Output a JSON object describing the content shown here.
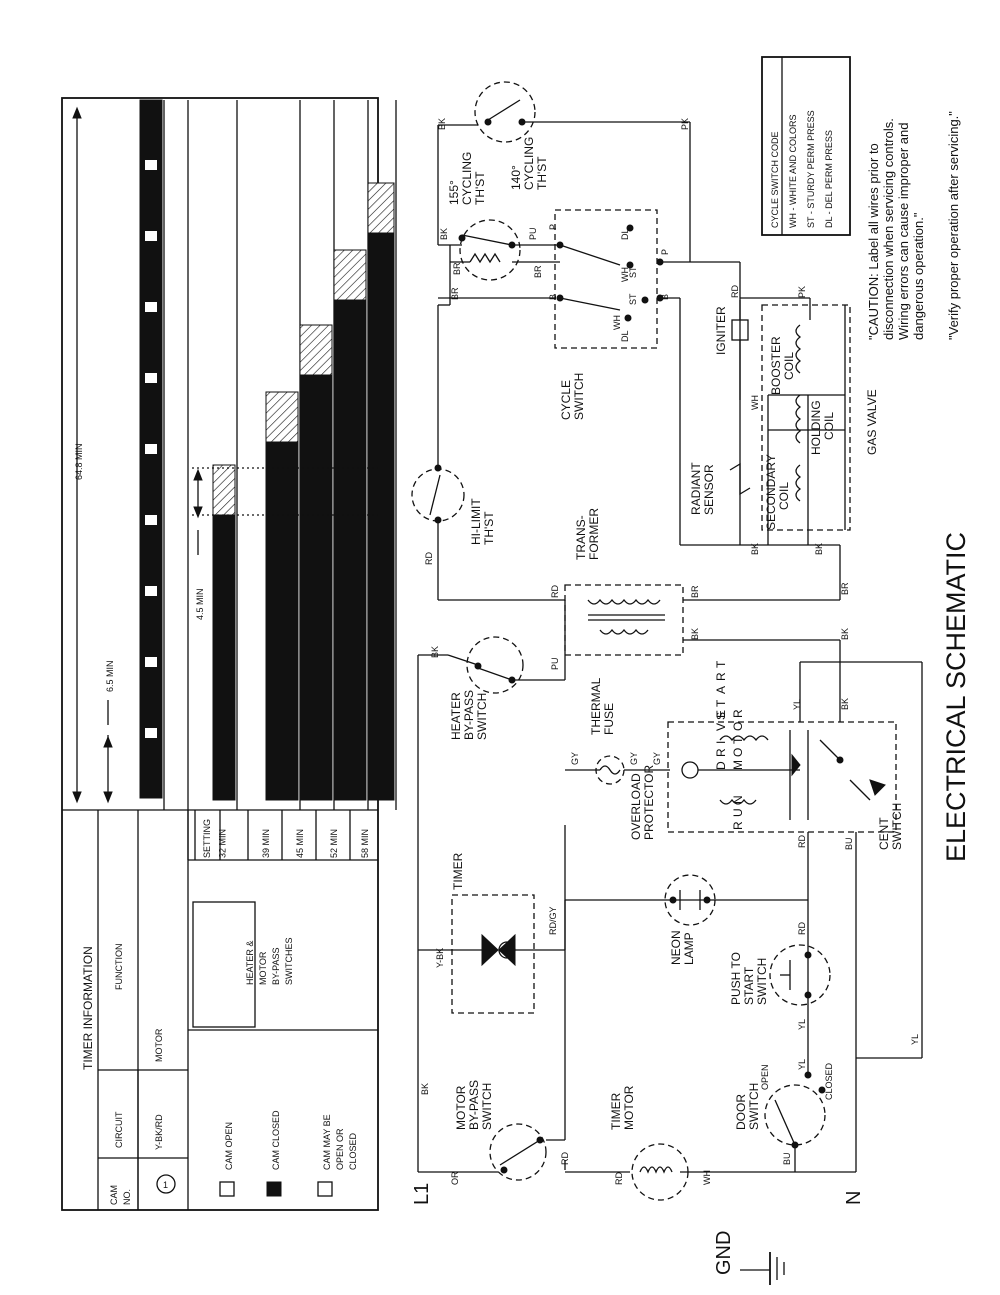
{
  "timer": {
    "title": "TIMER INFORMATION",
    "col_cam": [
      "CAM",
      "NO."
    ],
    "col_circuit": "CIRCUIT",
    "col_function": "FUNCTION",
    "cam_number": "1",
    "circuit": "Y-BK/RD",
    "function": "MOTOR",
    "legend_open": "CAM OPEN",
    "legend_closed": "CAM CLOSED",
    "legend_either": [
      "CAM MAY BE",
      "OPEN OR",
      "CLOSED"
    ],
    "function_box": [
      "HEATER &",
      "MOTOR",
      "BY-PASS",
      "SWITCHES"
    ],
    "setting_header": "SETTING",
    "settings": [
      "32 MIN",
      "39 MIN",
      "45 MIN",
      "52 MIN",
      "58 MIN"
    ],
    "dim_total": "64.8 MIN",
    "dim_first": "6.5 MIN",
    "dim_step": "4.5 MIN"
  },
  "cycle_code": {
    "title": "CYCLE SWITCH CODE",
    "lines": [
      "WH - WHITE AND COLORS",
      "ST - STURDY PERM PRESS",
      "DL - DEL PERM PRESS"
    ]
  },
  "caution": {
    "lines": [
      "\"CAUTION: Label all wires prior to",
      "disconnection when servicing controls.",
      "Wiring errors can cause improper and",
      "dangerous operation.\""
    ],
    "verify": "\"Verify proper operation after servicing.\""
  },
  "schematic_title": "ELECTRICAL SCHEMATIC",
  "rails": {
    "l1": "L1",
    "n": "N",
    "gnd": "GND"
  },
  "components": {
    "motor_bypass": [
      "MOTOR",
      "BY-PASS",
      "SWITCH"
    ],
    "timer_motor": [
      "TIMER",
      "MOTOR"
    ],
    "door_switch": [
      "DOOR",
      "SWITCH"
    ],
    "door_open": "OPEN",
    "door_closed": "CLOSED",
    "timer": "TIMER",
    "timer_cam": "1",
    "neon_lamp": [
      "NEON",
      "LAMP"
    ],
    "push_start": [
      "PUSH TO",
      "START",
      "SWITCH"
    ],
    "heater_bypass": [
      "HEATER",
      "BY-PASS",
      "SWITCH"
    ],
    "overload": [
      "OVERLOAD",
      "PROTECTOR"
    ],
    "thermal_fuse": [
      "THERMAL",
      "FUSE"
    ],
    "drive_motor_run": [
      "R",
      "U",
      "N"
    ],
    "drive_motor_drive": [
      "D",
      "R",
      "I",
      "V",
      "E"
    ],
    "drive_motor_motor": [
      "M",
      "O",
      "T",
      "O",
      "R"
    ],
    "drive_motor_start": [
      "S",
      "T",
      "A",
      "R",
      "T"
    ],
    "cent_switch": [
      "CENT",
      "SWITCH"
    ],
    "transformer": [
      "TRANS-",
      "FORMER"
    ],
    "hi_limit": [
      "HI-LIMIT",
      "TH'ST"
    ],
    "cyc155": [
      "155°",
      "CYCLING",
      "TH'ST"
    ],
    "cyc140": [
      "140°",
      "CYCLING",
      "TH'ST"
    ],
    "cycle_switch": [
      "CYCLE",
      "SWITCH"
    ],
    "radiant": [
      "RADIANT",
      "SENSOR"
    ],
    "secondary": [
      "SECONDARY",
      "COIL"
    ],
    "holding": [
      "HOLDING",
      "COIL"
    ],
    "booster": [
      "BOOSTER",
      "COIL"
    ],
    "igniter": "IGNITER",
    "gas_valve": "GAS VALVE"
  },
  "wires": {
    "bk1": "BK",
    "or": "OR",
    "rd1": "RD",
    "rd2": "RD",
    "wh1": "WH",
    "ybk": "Y-BK",
    "rdgy": "RD/GY",
    "yl1": "YL",
    "yl2": "YL",
    "yl3": "YL",
    "yl4": "YL",
    "bu1": "BU",
    "bu2": "BU",
    "rd3": "RD",
    "gy1": "GY",
    "gy2": "GY",
    "gy3": "GY",
    "bk2": "BK",
    "pu1": "PU",
    "rd4": "RD",
    "bk3": "BK",
    "br1": "BR",
    "bk4": "BK",
    "bk5": "BK",
    "br2": "BR",
    "rd5": "RD",
    "bk6": "BK",
    "br3": "BR",
    "pu2": "PU",
    "br4": "BR",
    "pk1": "PK",
    "pk2": "PK",
    "rd6": "RD",
    "wh2": "WH",
    "bk7": "BK",
    "bk8": "BK",
    "br5": "BR",
    "bk9": "BK",
    "sw_p1": "P",
    "sw_p2": "P",
    "sw_b1": "B",
    "sw_b2": "B",
    "sw_dl1": "DL",
    "sw_dl2": "DL",
    "sw_wh1": "WH",
    "sw_wh2": "WH",
    "sw_st1": "ST",
    "sw_st2": "ST"
  }
}
